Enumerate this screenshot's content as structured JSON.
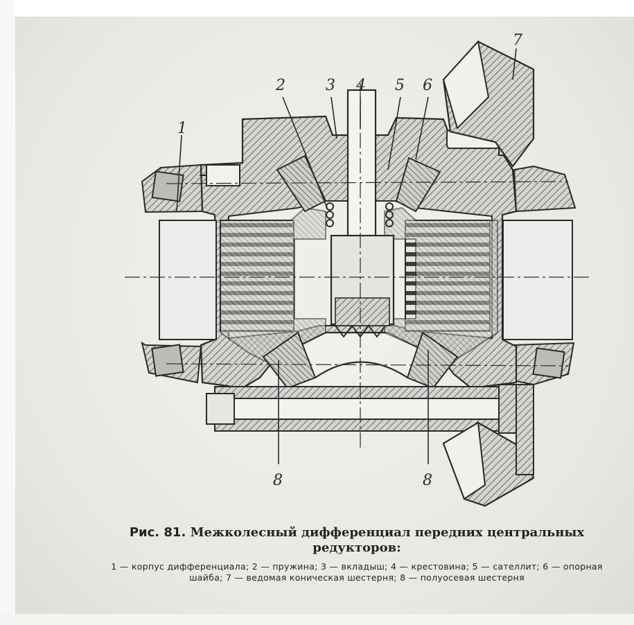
{
  "callouts": [
    "1",
    "2",
    "3",
    "4",
    "5",
    "6",
    "7",
    "8",
    "8"
  ],
  "caption": {
    "title_lead": "Рис. 81.",
    "title_text": "Межколесный  дифференциал  передних  центральных редукторов:",
    "legend": "1 — корпус дифференциала; 2 — пружина; 3 — вкладыш; 4 — крестовина; 5 — сателлит; 6 — опорная шайба; 7 — ведомая коническая шестерня; 8 — полуосевая шестерня"
  },
  "colors": {
    "ink": "#2a2a2a",
    "paper": "#ececea",
    "hatch": "#555555"
  }
}
